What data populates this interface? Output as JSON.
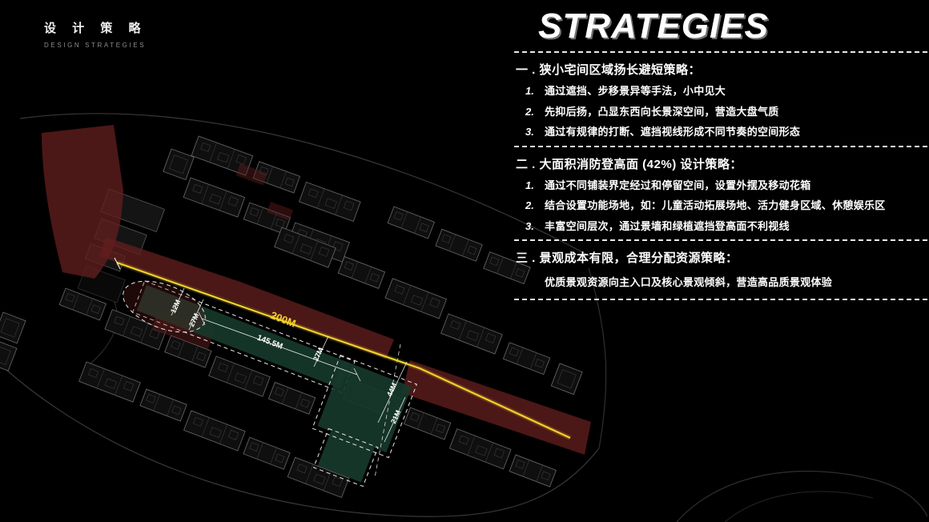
{
  "header": {
    "title_cn": "设 计 策 略",
    "subtitle_en": "DESIGN STRATEGIES"
  },
  "panel": {
    "title": "STRATEGIES",
    "sections": [
      {
        "heading": "一 . 狭小宅间区域扬长避短策略：",
        "items": [
          {
            "num": "1.",
            "text": "通过遮挡、步移景异等手法，小中见大"
          },
          {
            "num": "2.",
            "text": "先抑后扬，凸显东西向长景深空间，营造大盘气质"
          },
          {
            "num": "3.",
            "text": "通过有规律的打断、遮挡视线形成不同节奏的空间形态"
          }
        ]
      },
      {
        "heading": "二 . 大面积消防登高面 (42%) 设计策略：",
        "items": [
          {
            "num": "1.",
            "text": "通过不同铺装界定经过和停留空间，设置外摆及移动花箱"
          },
          {
            "num": "2.",
            "text": "结合设置功能场地，如：儿童活动拓展场地、活力健身区域、休憩娱乐区"
          },
          {
            "num": "3.",
            "text": "丰富空间层次，通过景墙和绿植遮挡登高面不利视线"
          }
        ]
      },
      {
        "heading": "三 . 景观成本有限，合理分配资源策略：",
        "note": "优质景观资源向主入口及核心景观倾斜，营造高品质景观体验"
      }
    ]
  },
  "map": {
    "dimensions": {
      "d12": "12M",
      "d27a": "27M",
      "d200": "200M",
      "d145": "145.5M",
      "d27b": "27M",
      "d44": "44M",
      "d21": "21M"
    },
    "colors": {
      "road": "#621d1d",
      "axis": "#f2d12e",
      "zone": "#17382b",
      "dash_outline": "#e8e8e8"
    }
  }
}
